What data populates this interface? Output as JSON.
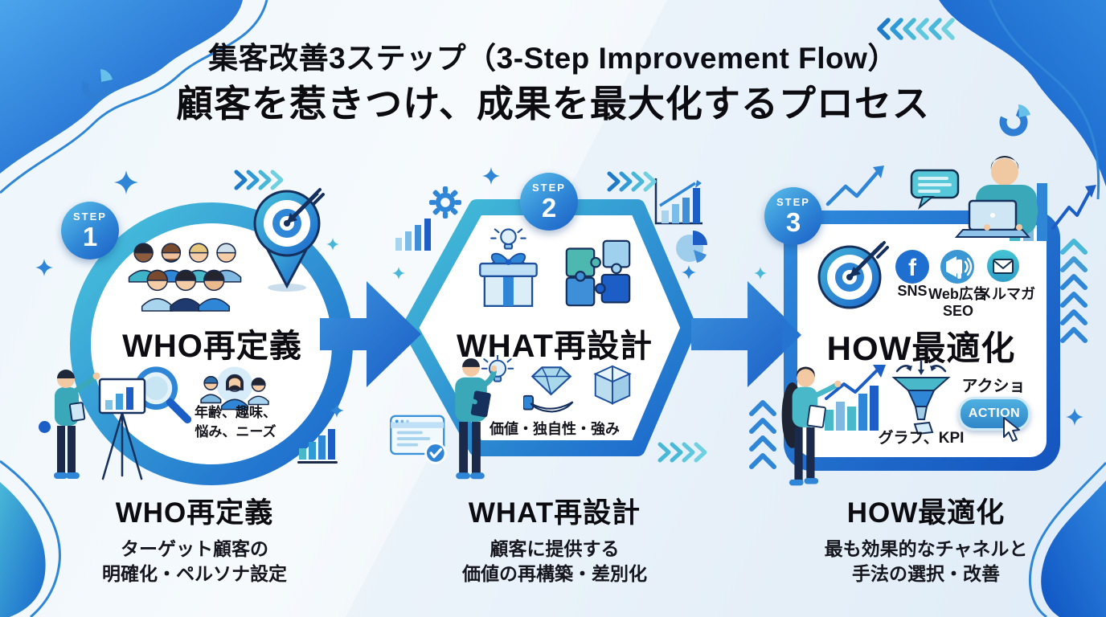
{
  "title": {
    "line1": "集客改善3ステップ（3-Step Improvement Flow）",
    "line2": "顧客を惹きつけ、成果を最大化するプロセス"
  },
  "steps": [
    {
      "badge": {
        "label": "STEP",
        "number": "1"
      },
      "name": "WHO再定義",
      "keywords_line1": "年齢、趣味、",
      "keywords_line2": "悩み、ニーズ",
      "summary": {
        "title": "WHO再定義",
        "line1": "ターゲット顧客の",
        "line2": "明確化・ペルソナ設定"
      }
    },
    {
      "badge": {
        "label": "STEP",
        "number": "2"
      },
      "name": "WHAT再設計",
      "keywords_line1": "価値・独自性・強み",
      "summary": {
        "title": "WHAT再設計",
        "line1": "顧客に提供する",
        "line2": "価値の再構築・差別化"
      }
    },
    {
      "badge": {
        "label": "STEP",
        "number": "3"
      },
      "name": "HOW最適化",
      "channels": {
        "sns": "SNS",
        "web_ad": "Web広告",
        "seo": "SEO",
        "mail_mag": "メルマガ"
      },
      "action": {
        "label": "アクション",
        "button": "ACTION"
      },
      "kpi_note": "グラフ、KPI",
      "summary": {
        "title": "HOW最適化",
        "line1": "最も効果的なチャネルと",
        "line2": "手法の選択・改善"
      }
    }
  ],
  "icons": {
    "facebook_glyph": "f",
    "names": [
      "donut-chart-icon",
      "chevron-arrows-icon",
      "sparkle-icon",
      "target-pin-icon",
      "magnifier-icon",
      "persona-trio-icon",
      "bar-chart-icon",
      "gear-icon",
      "growth-chart-icon",
      "pie-chart-icon",
      "gift-idea-icon",
      "puzzle-icon",
      "lightbulb-icon",
      "gem-in-hand-icon",
      "package-box-icon",
      "browser-check-icon",
      "facebook-icon",
      "megaphone-icon",
      "mail-icon",
      "funnel-icon",
      "cursor-icon",
      "speech-bubble-icon",
      "flow-arrow"
    ]
  },
  "colors": {
    "ink": "#0d0d14",
    "primary_blue": "#2f86d6",
    "deep_blue": "#1454be",
    "teal": "#49b8d8",
    "light_blue": "#bfe0f5",
    "background": "#eaf3fa",
    "action_button": "#3e9fd6"
  }
}
